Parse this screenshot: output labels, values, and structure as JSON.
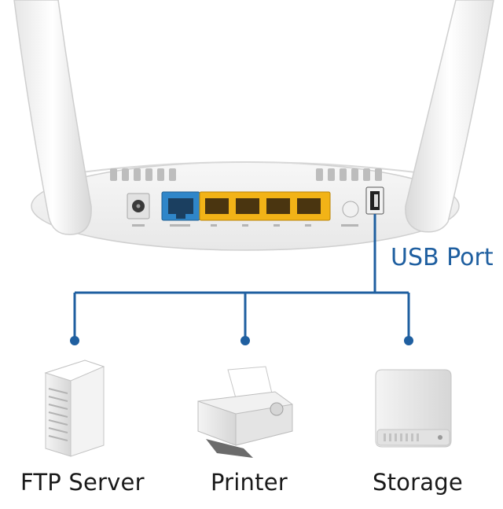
{
  "callout": {
    "usb_port": "USB Port"
  },
  "devices": [
    {
      "id": "ftp",
      "label": "FTP Server",
      "icon": "ftp-server-icon"
    },
    {
      "id": "printer",
      "label": "Printer",
      "icon": "printer-icon"
    },
    {
      "id": "storage",
      "label": "Storage",
      "icon": "storage-icon"
    }
  ],
  "colors": {
    "connector": "#1f5fa0",
    "lan_ports": "#f2b317",
    "wan_port": "#2f86c9"
  }
}
